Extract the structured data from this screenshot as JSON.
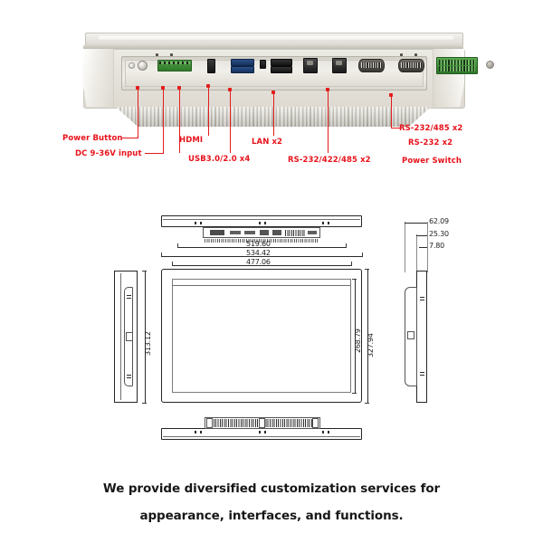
{
  "page": {
    "background_color": "#ffffff",
    "annotation_color": "#e8121b",
    "drawing_line_color": "#2b2b2b"
  },
  "photo": {
    "title": "industrial-panel-pc-io-photo",
    "callouts": [
      {
        "id": "power-button",
        "label": "Power Button"
      },
      {
        "id": "dc-input",
        "label": "DC 9-36V input"
      },
      {
        "id": "hdmi",
        "label": "HDMI"
      },
      {
        "id": "usb",
        "label": "USB3.0/2.0 x4"
      },
      {
        "id": "lan",
        "label": "LAN x2"
      },
      {
        "id": "serial-422",
        "label": "RS-232/422/485 x2"
      },
      {
        "id": "serial-485",
        "label": "RS-232/485 x2"
      },
      {
        "id": "serial-232",
        "label": "RS-232 x2"
      },
      {
        "id": "power-switch",
        "label": "Power Switch"
      }
    ]
  },
  "drawing": {
    "title": "mechanical-dimension-drawing",
    "units": "mm",
    "views": [
      {
        "id": "top-view",
        "label": "top"
      },
      {
        "id": "left-view",
        "label": "left side"
      },
      {
        "id": "front-view",
        "label": "front"
      },
      {
        "id": "right-view",
        "label": "right side"
      },
      {
        "id": "bottom-view",
        "label": "bottom"
      }
    ],
    "dimensions": {
      "io_panel_width": "519.60",
      "overall_width": "534.42",
      "screen_width": "477.06",
      "screen_height": "268.79",
      "overall_height": "327.94",
      "side_height": "313.12",
      "depth_total": "62.09",
      "depth_body": "25.30",
      "depth_front": "7.80"
    }
  },
  "footer": {
    "line1": "We provide diversified customization services for",
    "line2": "appearance, interfaces, and functions."
  }
}
